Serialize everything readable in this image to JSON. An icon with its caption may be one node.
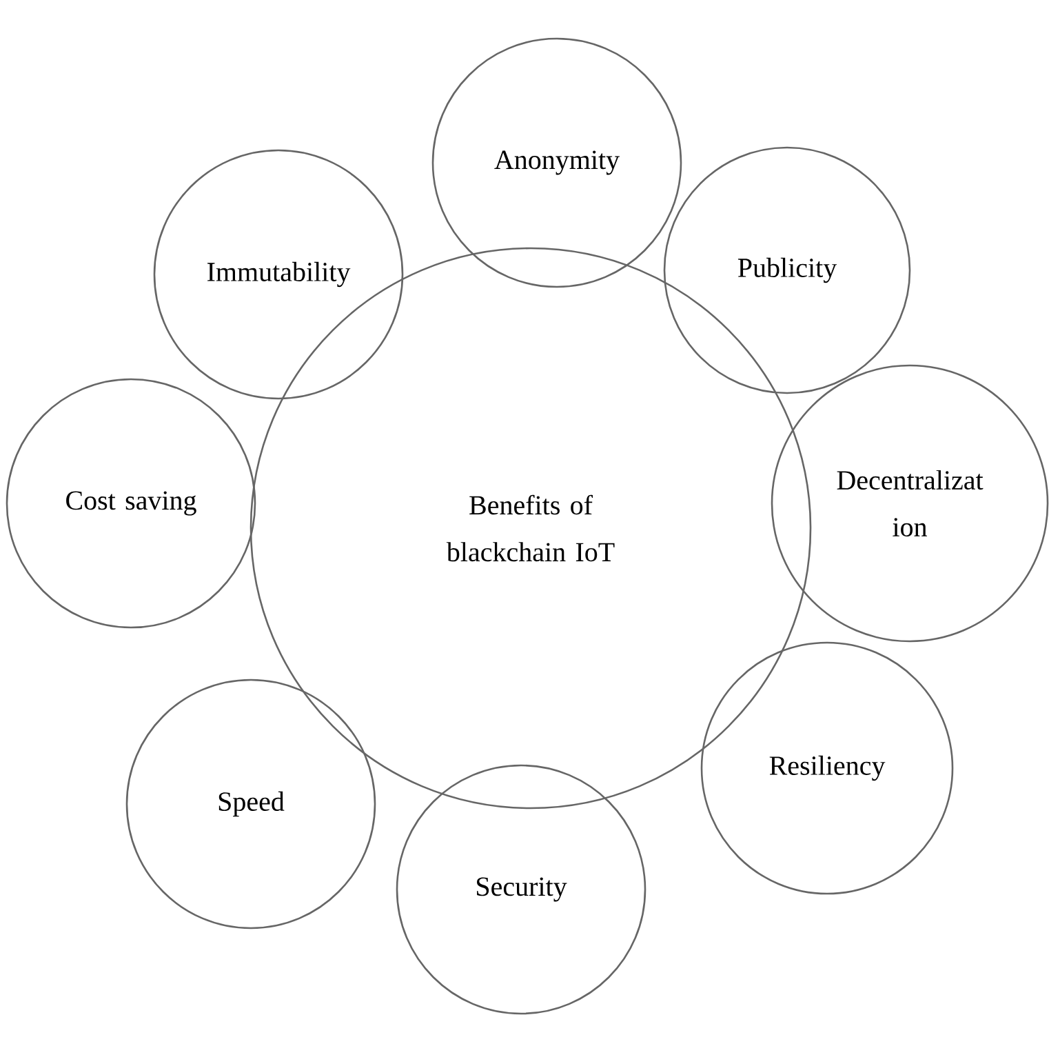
{
  "diagram": {
    "nodes": [
      {
        "text": [
          "Benefits of blackchain IoT"
        ]
      },
      {
        "text": [
          "Anonymity"
        ]
      },
      {
        "text": [
          "Publicity"
        ]
      },
      {
        "text": [
          "Decentralizat ion"
        ]
      },
      {
        "text": [
          "Resiliency"
        ]
      },
      {
        "text": [
          "Security"
        ]
      },
      {
        "text": [
          "Speed"
        ]
      },
      {
        "text": [
          "Cost saving"
        ]
      },
      {
        "text": [
          "Immutability"
        ]
      }
    ]
  }
}
